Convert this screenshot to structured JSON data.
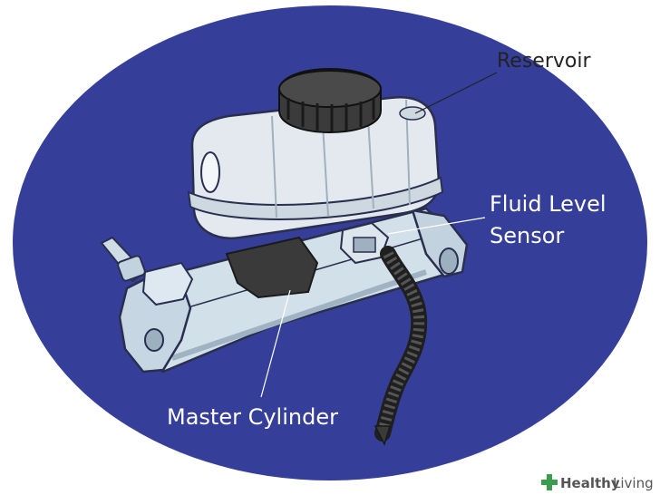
{
  "labels": {
    "reservoir": "Reservoir",
    "fluid_level_line1": "Fluid Level",
    "fluid_level_line2": "Sensor",
    "master_cylinder": "Master Cylinder"
  },
  "watermark": {
    "brand_bold": "Healthy",
    "brand_light": "Living",
    "icon": "plus-cross-icon"
  },
  "colors": {
    "background_oval": "#353f99",
    "cylinder_body": "#d2e0ea",
    "reservoir_body": "#e3e9ee",
    "cap": "#3b3b3b",
    "hose": "#3a3a3a",
    "watermark_green": "#3a9c4c"
  }
}
